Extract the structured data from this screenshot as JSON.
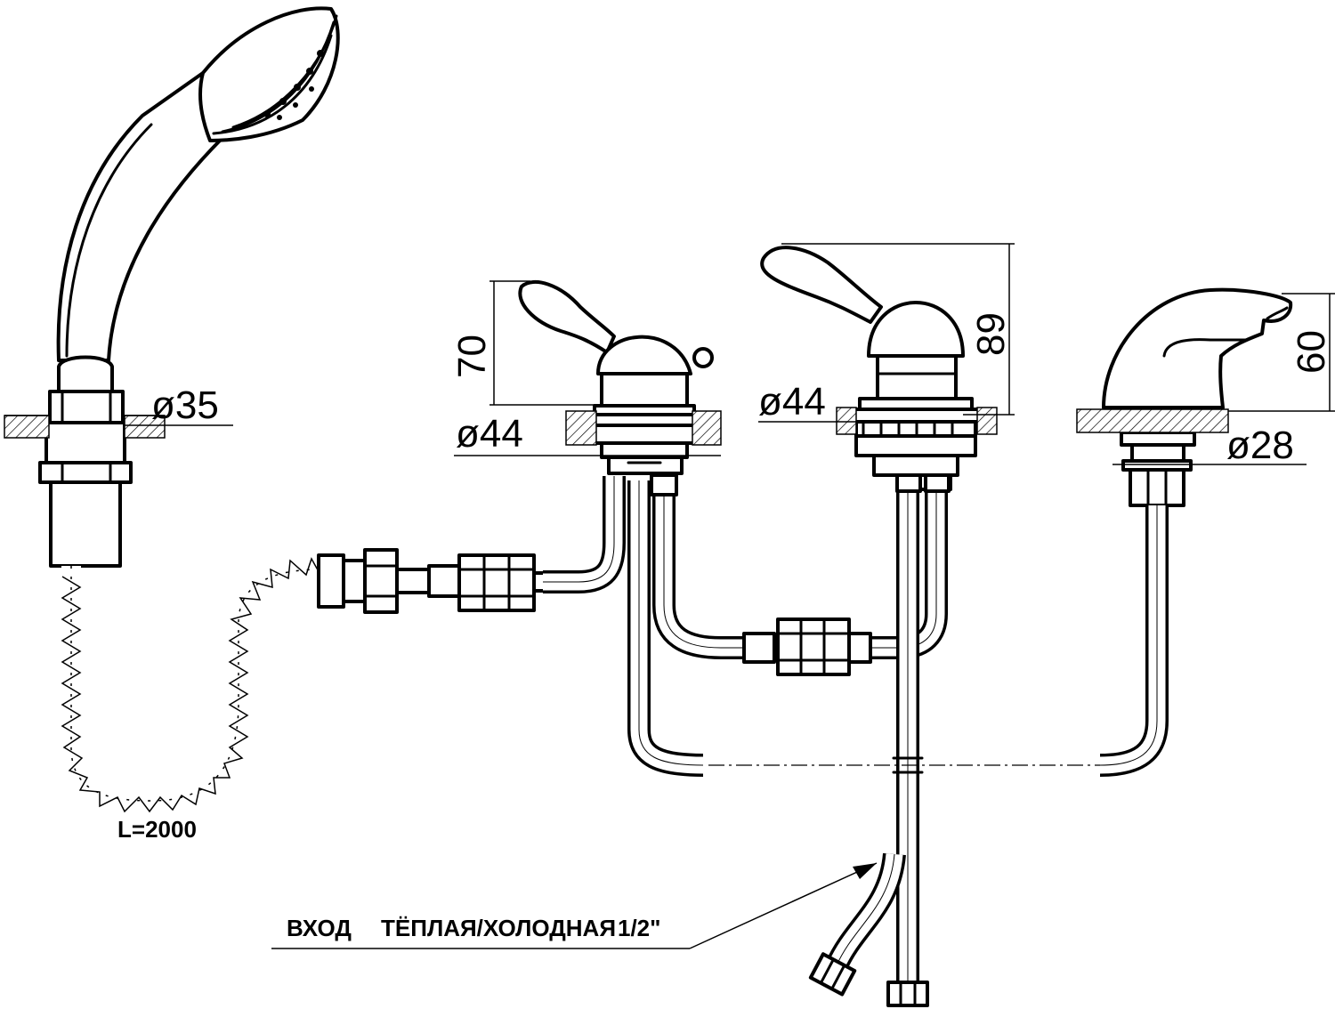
{
  "dimensions": {
    "d35": "ø35",
    "d44_left": "ø44",
    "d44_right": "ø44",
    "d28": "ø28",
    "h70": "70",
    "h89": "89",
    "h60": "60"
  },
  "labels": {
    "hose_length": "L=2000",
    "inlet_prefix": "ВХОД",
    "inlet_text": "ТЁПЛАЯ/ХОЛОДНАЯ",
    "inlet_size": "1/2\""
  }
}
